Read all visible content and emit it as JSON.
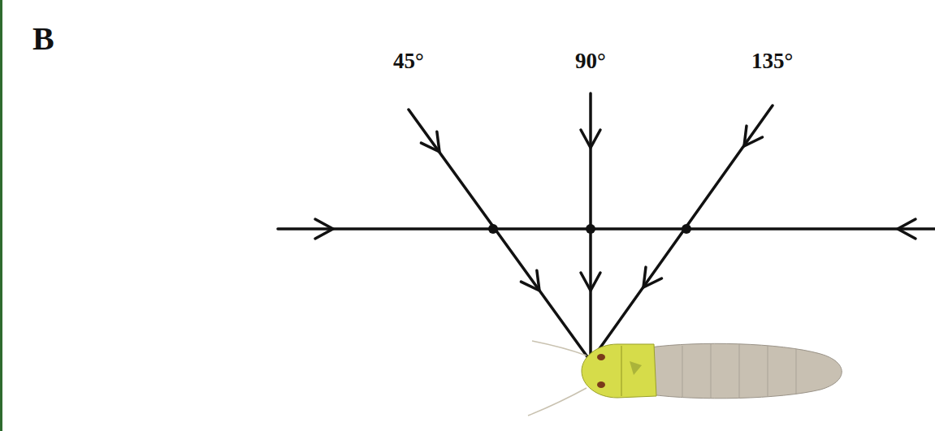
{
  "diagram": {
    "labels": [
      "B",
      "45°",
      "90°",
      "135°"
    ]
  }
}
